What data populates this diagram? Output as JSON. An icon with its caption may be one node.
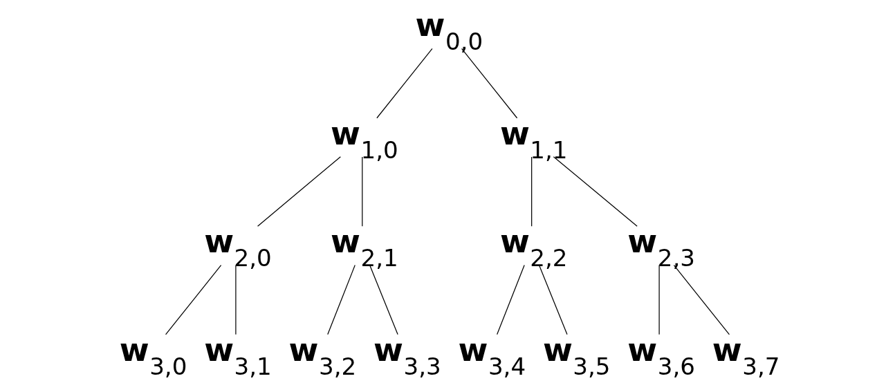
{
  "diagram": {
    "nodes": [
      {
        "text": [
          "**w**$_{0,0}$"
        ]
      },
      {
        "text": [
          "**w**$_{1,0}$"
        ]
      },
      {
        "text": [
          "**w**$_{1,1}$"
        ]
      },
      {
        "text": [
          "**w**$_{2,0}$"
        ]
      },
      {
        "text": [
          "**w**$_{2,1}$"
        ]
      },
      {
        "text": [
          "**w**$_{2,2}$"
        ]
      },
      {
        "text": [
          "**w**$_{2,3}$"
        ]
      },
      {
        "text": [
          "**w**$_{3,0}$"
        ]
      },
      {
        "text": [
          "**w**$_{3,1}$"
        ]
      },
      {
        "text": [
          "**w**$_{3,2}$"
        ]
      },
      {
        "text": [
          "**w**$_{3,3}$"
        ]
      },
      {
        "text": [
          "**w**$_{3,4}$"
        ]
      },
      {
        "text": [
          "**w**$_{3,5}$"
        ]
      },
      {
        "text": [
          "**w**$_{3,6}$"
        ]
      },
      {
        "text": [
          "**w**$_{3,7}$"
        ]
      }
    ],
    "edges": [
      {
        "from": 0,
        "to": 1,
        "arrow": "none"
      },
      {
        "from": 0,
        "to": 2,
        "arrow": "none"
      },
      {
        "from": 1,
        "to": 3,
        "arrow": "none"
      },
      {
        "from": 1,
        "to": 4,
        "arrow": "none"
      },
      {
        "from": 2,
        "to": 5,
        "arrow": "none"
      },
      {
        "from": 2,
        "to": 6,
        "arrow": "none"
      },
      {
        "from": 3,
        "to": 7,
        "arrow": "none"
      },
      {
        "from": 3,
        "to": 8,
        "arrow": "none"
      },
      {
        "from": 4,
        "to": 9,
        "arrow": "none"
      },
      {
        "from": 4,
        "to": 10,
        "arrow": "none"
      },
      {
        "from": 5,
        "to": 11,
        "arrow": "none"
      },
      {
        "from": 5,
        "to": 12,
        "arrow": "none"
      },
      {
        "from": 6,
        "to": 13,
        "arrow": "none"
      },
      {
        "from": 6,
        "to": 14,
        "arrow": "none"
      }
    ]
  }
}
